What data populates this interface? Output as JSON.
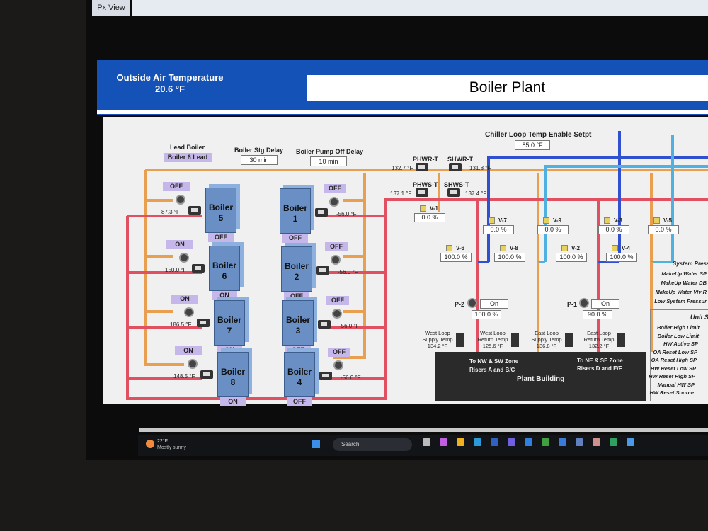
{
  "window": {
    "tab": "Px View"
  },
  "header": {
    "oat_label": "Outside Air Temperature",
    "oat_value": "20.6 °F",
    "title": "Boiler Plant"
  },
  "controls": {
    "lead_boiler_label": "Lead Boiler",
    "lead_boiler_value": "Boiler 6 Lead",
    "stg_delay_label": "Boiler Stg Delay",
    "stg_delay_value": "30 min",
    "pump_off_label": "Boiler Pump Off Delay",
    "pump_off_value": "10 min",
    "chiller_label": "Chiller Loop Temp Enable Setpt",
    "chiller_value": "85.0 °F"
  },
  "boilers": [
    {
      "name": "Boiler",
      "number": "5",
      "pump_status": "OFF",
      "status": "OFF",
      "temp": "87.3 °F"
    },
    {
      "name": "Boiler",
      "number": "6",
      "pump_status": "ON",
      "status": "ON",
      "temp": "150.0 °F"
    },
    {
      "name": "Boiler",
      "number": "7",
      "pump_status": "ON",
      "status": "ON",
      "temp": "186.5 °F"
    },
    {
      "name": "Boiler",
      "number": "8",
      "pump_status": "ON",
      "status": "ON",
      "temp": "148.5 °F"
    },
    {
      "name": "Boiler",
      "number": "1",
      "pump_status": "OFF",
      "status": "OFF",
      "temp": "-56.0 °F"
    },
    {
      "name": "Boiler",
      "number": "2",
      "pump_status": "OFF",
      "status": "OFF",
      "temp": "-56.0 °F"
    },
    {
      "name": "Boiler",
      "number": "3",
      "pump_status": "OFF",
      "status": "OFF",
      "temp": "-56.0 °F"
    },
    {
      "name": "Boiler",
      "number": "4",
      "pump_status": "OFF",
      "status": "OFF",
      "temp": "-56.0 °F"
    }
  ],
  "sensors": [
    {
      "name": "PHWR-T",
      "value": "132.7 °F"
    },
    {
      "name": "SHWR-T",
      "value": "131.8 °F"
    },
    {
      "name": "PHWS-T",
      "value": "137.1 °F"
    },
    {
      "name": "SHWS-T",
      "value": "137.4 °F"
    }
  ],
  "valves": [
    {
      "name": "V-1",
      "value": "0.0 %"
    },
    {
      "name": "V-7",
      "value": "0.0 %"
    },
    {
      "name": "V-9",
      "value": "0.0 %"
    },
    {
      "name": "V-3",
      "value": "0.0 %"
    },
    {
      "name": "V-5",
      "value": "0.0 %"
    },
    {
      "name": "V-6",
      "value": "100.0 %"
    },
    {
      "name": "V-8",
      "value": "100.0 %"
    },
    {
      "name": "V-2",
      "value": "100.0 %"
    },
    {
      "name": "V-4",
      "value": "100.0 %"
    }
  ],
  "pumps": [
    {
      "name": "P-2",
      "status": "On",
      "speed": "100.0 %"
    },
    {
      "name": "P-1",
      "status": "On",
      "speed": "90.0 %"
    }
  ],
  "loop_temps": [
    {
      "label": "West Loop Supply Temp",
      "value": "134.2 °F"
    },
    {
      "label": "West Loop Return Temp",
      "value": "125.6 °F"
    },
    {
      "label": "East Loop Supply Temp",
      "value": "136.8 °F"
    },
    {
      "label": "East Loop Return Temp",
      "value": "132.2 °F"
    }
  ],
  "plant": {
    "west_zone": "To NW & SW Zone",
    "west_risers": "Risers A and B/C",
    "east_zone": "To NE & SE Zone",
    "east_risers": "Risers D and E/F",
    "title": "Plant Building"
  },
  "system_pressure": {
    "title": "System Pressu",
    "items": [
      "MakeUp Water SP",
      "MakeUp Water DB",
      "MakeUp Water Vlv R",
      "Low System Pressur"
    ]
  },
  "unit_setpoints": {
    "title": "Unit Se",
    "items": [
      "Boiler High Limit",
      "Boiler Low Limit",
      "HW Active SP",
      "OA Reset Low SP",
      "OA Reset High SP",
      "HW Reset Low SP",
      "HW Reset High SP",
      "Manual HW SP",
      "HW Reset Source"
    ]
  },
  "taskbar": {
    "weather_temp": "22°F",
    "weather_desc": "Mostly sunny",
    "search": "Search"
  },
  "colors": {
    "header": "#1552b8",
    "hot_supply": "#e05060",
    "return": "#e8a050",
    "chilled_supply": "#3050d0",
    "chilled_return": "#50b0e0"
  }
}
